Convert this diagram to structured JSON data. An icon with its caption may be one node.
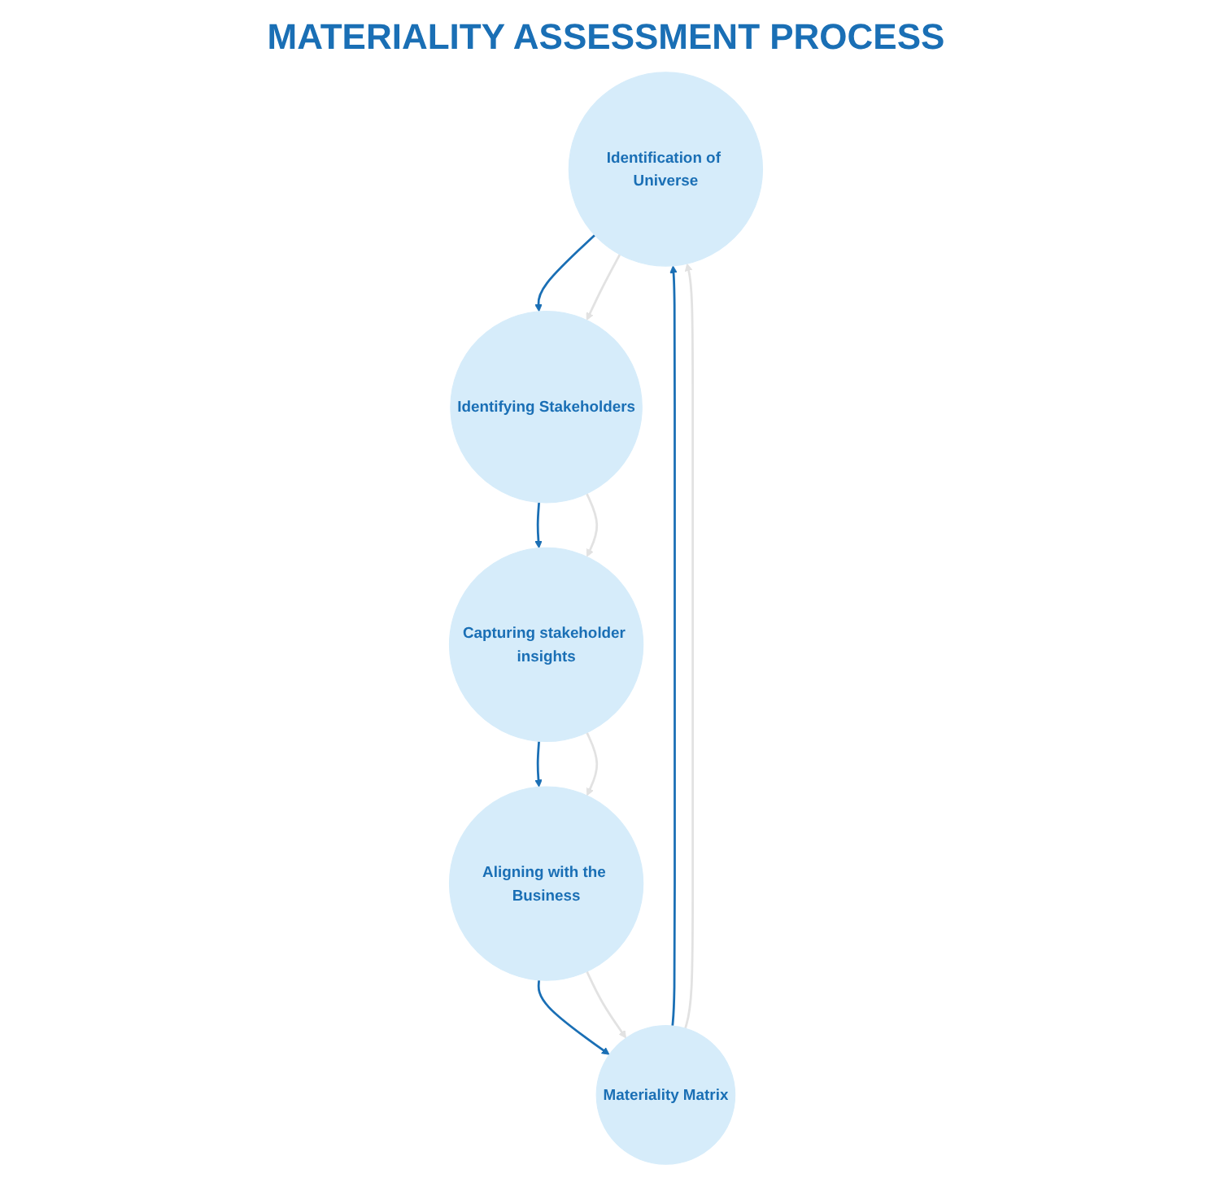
{
  "diagram": {
    "title": "MATERIALITY ASSESSMENT PROCESS",
    "nodes": [
      {
        "text": [
          "Identification of Universe"
        ]
      },
      {
        "text": [
          "Identifying Stakeholders"
        ]
      },
      {
        "text": [
          "Capturing stakeholder insights"
        ]
      },
      {
        "text": [
          "Aligning with the Business"
        ]
      },
      {
        "text": [
          "Materiality Matrix"
        ]
      }
    ],
    "edges": [
      {
        "from": 0,
        "to": 1,
        "arrow": "to",
        "color": "#1a6fb5"
      },
      {
        "from": 0,
        "to": 1,
        "arrow": "to",
        "color": "#e2e2e2"
      },
      {
        "from": 1,
        "to": 2,
        "arrow": "to",
        "color": "#1a6fb5"
      },
      {
        "from": 1,
        "to": 2,
        "arrow": "to",
        "color": "#e2e2e2"
      },
      {
        "from": 2,
        "to": 3,
        "arrow": "to",
        "color": "#1a6fb5"
      },
      {
        "from": 2,
        "to": 3,
        "arrow": "to",
        "color": "#e2e2e2"
      },
      {
        "from": 3,
        "to": 4,
        "arrow": "to",
        "color": "#1a6fb5"
      },
      {
        "from": 3,
        "to": 4,
        "arrow": "to",
        "color": "#e2e2e2"
      },
      {
        "from": 4,
        "to": 0,
        "arrow": "to",
        "color": "#1a6fb5"
      },
      {
        "from": 4,
        "to": 0,
        "arrow": "to",
        "color": "#e2e2e2"
      }
    ]
  }
}
